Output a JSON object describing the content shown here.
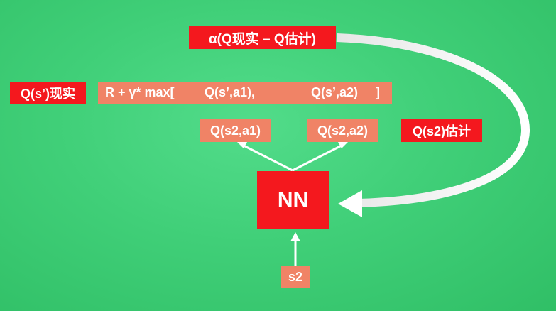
{
  "diagram": {
    "alpha_label": "α(Q现实 – Q估计)",
    "real_label": "Q(s’)现实",
    "formula": {
      "prefix": "R + γ* max[",
      "term_a1": "Q(s’,a1),",
      "term_a2": "Q(s’,a2)",
      "suffix": "]"
    },
    "q_a1": "Q(s2,a1)",
    "q_a2": "Q(s2,a2)",
    "estimate_label": "Q(s2)估计",
    "nn_label": "NN",
    "input_label": "s2"
  },
  "colors": {
    "background": "#40cf78",
    "red_box": "#f4181e",
    "salmon_box": "#f08366",
    "arrow": "#ffffff"
  }
}
